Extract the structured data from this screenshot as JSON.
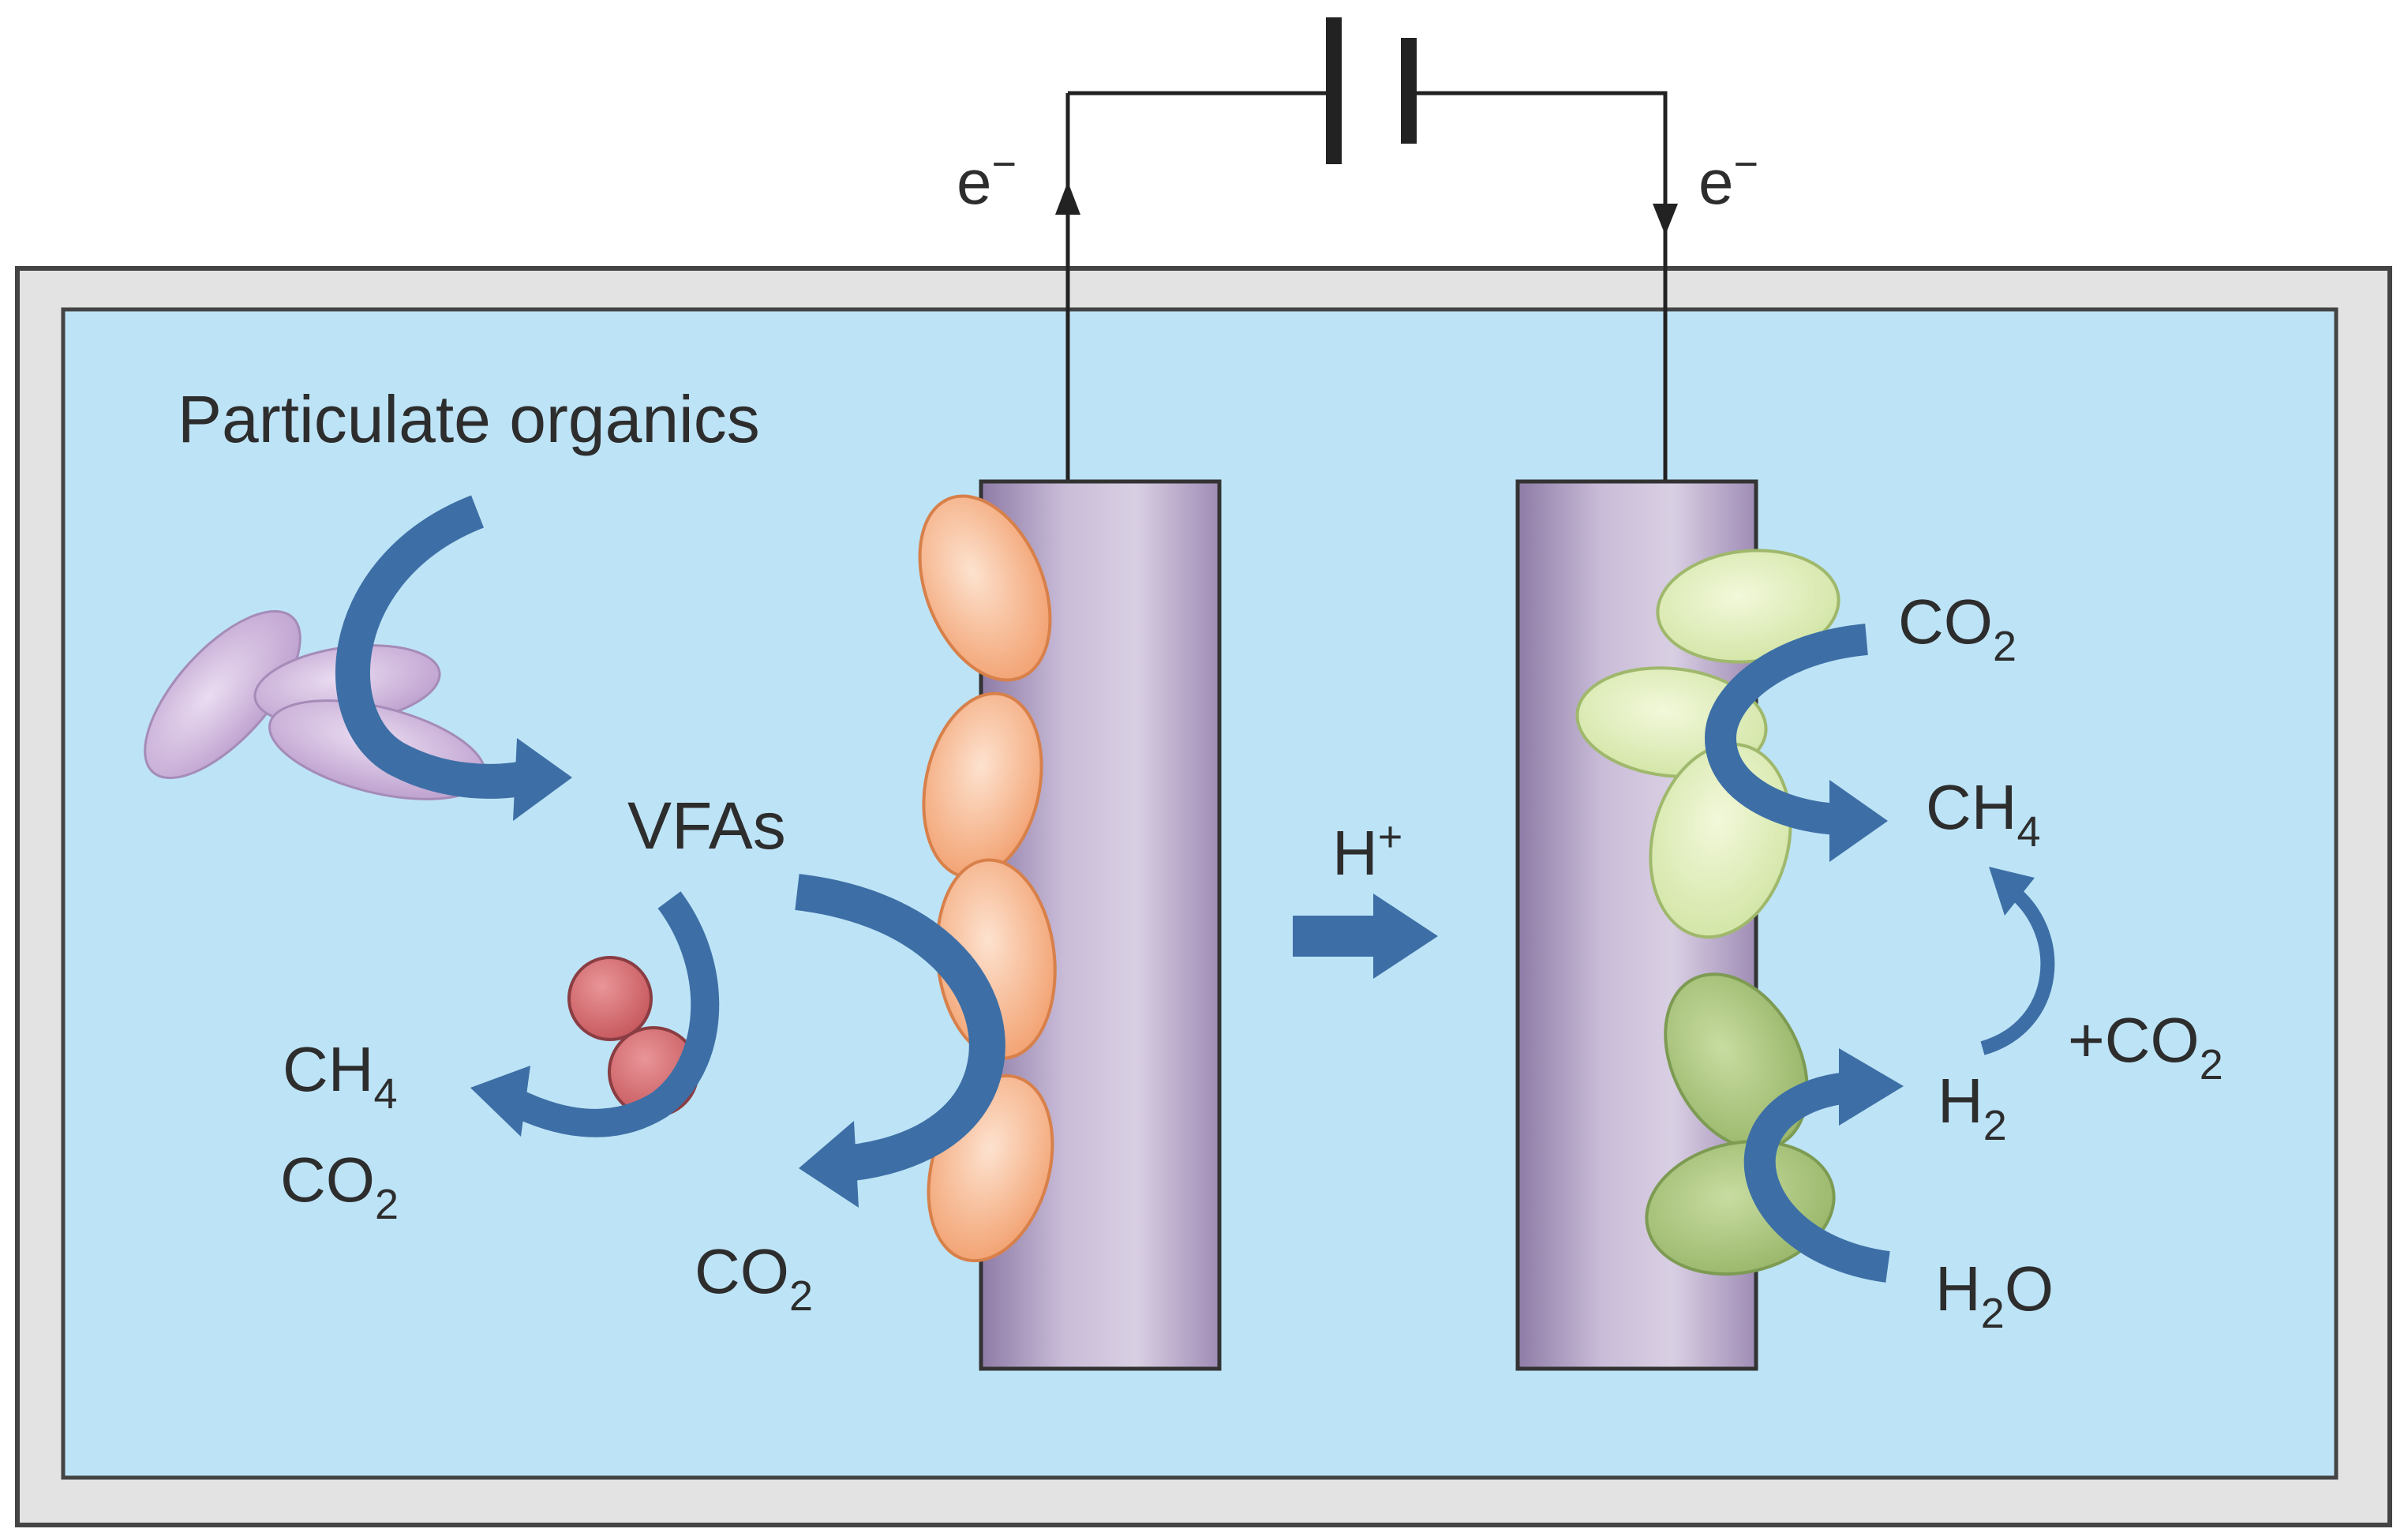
{
  "labels": {
    "particulate": "Particulate organics",
    "vfas": "VFAs",
    "h_plus": {
      "base": "H",
      "sup": "+"
    },
    "electron_left": {
      "base": "e",
      "sup": "−"
    },
    "electron_right": {
      "base": "e",
      "sup": "−"
    },
    "ch4_left": {
      "base": "CH",
      "sub": "4"
    },
    "co2_left": {
      "base": "CO",
      "sub": "2"
    },
    "co2_anode": {
      "base": "CO",
      "sub": "2"
    },
    "co2_cathode": {
      "base": "CO",
      "sub": "2"
    },
    "ch4_cathode": {
      "base": "CH",
      "sub": "4"
    },
    "h2_cathode": {
      "base": "H",
      "sub": "2"
    },
    "plus_co2": {
      "base": "+CO",
      "sub": "2"
    },
    "h2o": {
      "base": "H",
      "sub": "2",
      "tail": "O"
    }
  },
  "colors": {
    "vessel_wall": "#e3e3e3",
    "electrolyte": "#bde3f6",
    "electrode": "#b7a8c9",
    "arrow": "#3d6fa6",
    "anode_microbes": "#f6ab7c",
    "cathode_microbes_light": "#dcecaa",
    "cathode_microbes_dark": "#a9c47a",
    "particulate_microbes": "#cdb3db",
    "methanogen_cluster": "#d0676c"
  }
}
